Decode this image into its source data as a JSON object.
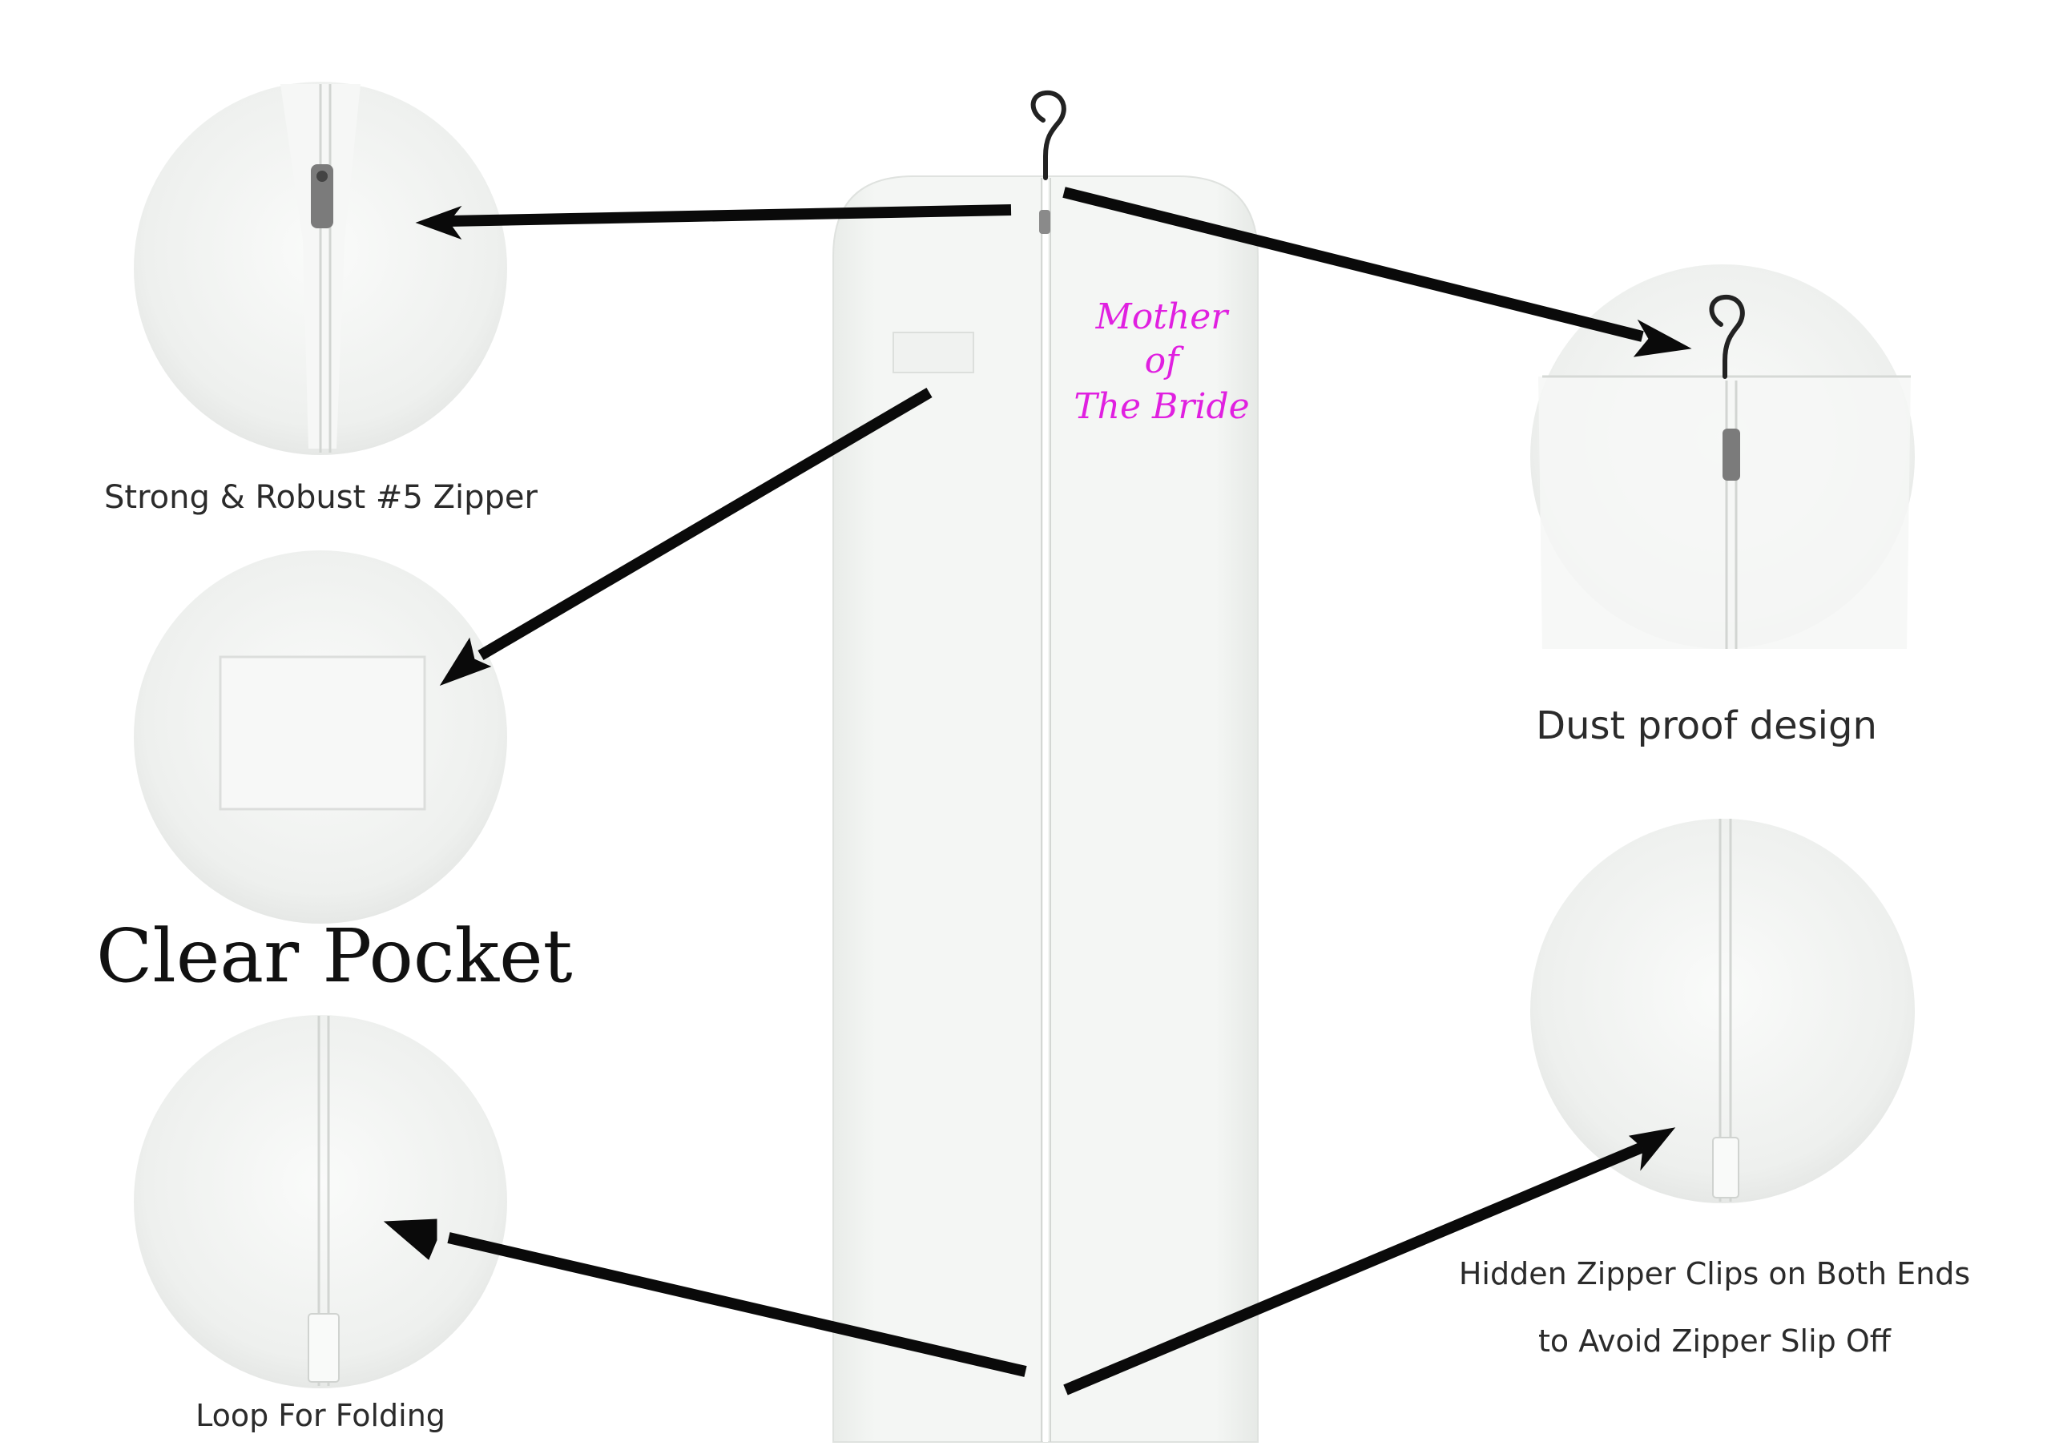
{
  "colors": {
    "background": "#ffffff",
    "bag": "#f2f4f2",
    "bag_text": "#e020e0",
    "arrow": "#0a0a0a",
    "label": "#2b2b2b",
    "hanger": "#222222"
  },
  "bag": {
    "text_line1": "Mother",
    "text_line2": "of",
    "text_line3": "The Bride"
  },
  "features": {
    "zipper_label": "Strong & Robust #5 Zipper",
    "pocket_label": "Clear Pocket",
    "loop_label": "Loop For Folding",
    "dust_label": "Dust proof design",
    "hidden_clips_line1": "Hidden Zipper Clips on Both Ends",
    "hidden_clips_line2": "to Avoid Zipper Slip Off"
  },
  "icons": [
    "hanger-icon",
    "zipper-pull-icon",
    "arrow-icon"
  ]
}
